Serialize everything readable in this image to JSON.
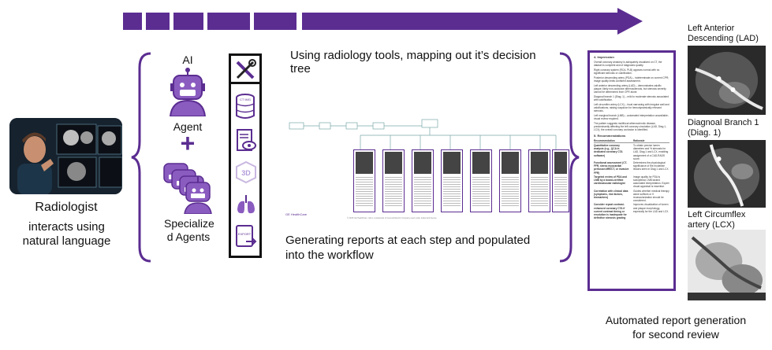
{
  "labels": {
    "ai": "AI",
    "agent": "Agent",
    "specialized_agents": "Specialize\nd Agents",
    "radiologist_title": "Radiologist",
    "radiologist_sub": "interacts using\nnatural language",
    "decision_tree": "Using radiology tools, mapping out it’s decision tree",
    "generating_reports": "Generating reports at each step and populated\ninto the workflow",
    "automated_report": "Automated report generation\nfor second review",
    "lad": "Left Anterior\nDescending (LAD)",
    "diag": "Diagnoal Branch 1\n(Diag. 1)",
    "lcx": "Left Circumflex\nartery (LCX)",
    "plus": "+"
  },
  "report": {
    "impression_title": "4. Impression",
    "impression_items": [
      "Overall coronary anatomy is adequately visualized on CT, the dataset is complete and of diagnostic quality.",
      "Right coronary system (RCA, PLB) appears normal with no significant stenosis or calcification.",
      "Posterior descending artery (PDA) – indeterminate on current CPR; image quality limits confident assessment.",
      "Left anterior descending artery (LAD) – demonstrates calcific plaque; likely non-occlusive atherosclerosis, but stenosis severity cannot be determined from CPR alone.",
      "Diagonal branch 1 (Diag. 1) – mild to moderate stenosis associated with calcification.",
      "Left circumflex artery (LCX) – focal narrowing with irregular wall and calcifications; raising suspicion for hemodynamically relevant stenosis.",
      "Left marginal branch (LMB) – automated interpretation unavailable; visual review required."
    ],
    "summary": "The pattern suggests multifocal atherosclerotic disease, predominantly affecting the left coronary circulation (LAD, Diag 1, LCX); the overall coronary occlusion is identified.",
    "recommendations_title": "5. Recommendations",
    "table_headers": [
      "Recommendation",
      "Rationale"
    ],
    "table_rows": [
      [
        "Quantitative coronary analysis (e.g., QCA in dedicated coronary CTA software)",
        "To obtain precise lumen diameters and % stenosis for LAD, Diag 1 and LCX, enabling assignment of a CAD-RADS score."
      ],
      [
        "Functional assessment (CT-FFR, stress myocardial perfusion MRI/CT, or invasive FFR)",
        "Determines the physiological significance of the moderate lesions seen in Diag 1 and LCX."
      ],
      [
        "Targeted review of PDA and LMB by a board-certified cardiovascular radiologist",
        "Image quality for PDA is suboptimal; LMB lacked automated interpretation. Expert visual appraisal is essential."
      ],
      [
        "Correlation with clinical data (symptoms, risk factors, biomarkers)",
        "Guides whether medical therapy alone suffices or if revascularization should be considered."
      ],
      [
        "Consider repeat contrast-enhanced coronary CTA if current contrast timing or resolution is inadequate for definitive stenosis grading",
        "Improves visualization of lumen and plaque morphology, especially for the LAD and LCX."
      ]
    ]
  },
  "tools": [
    "tools-icon",
    "database-icon",
    "report-eye-icon",
    "3d-icon",
    "lungs-icon",
    "export-icon"
  ],
  "colors": {
    "accent": "#5b2d91",
    "report_border": "#5b2d91",
    "dark": "#111111"
  },
  "tree_footer": "© 2025 GE HealthCare. GE is a trademark of General Electric Company used under trademark license.",
  "logo_text": "GE HealthCare",
  "toolbox_texts": {
    "database": "CT IMG",
    "three_d": "3D",
    "export": "EXPORT"
  }
}
